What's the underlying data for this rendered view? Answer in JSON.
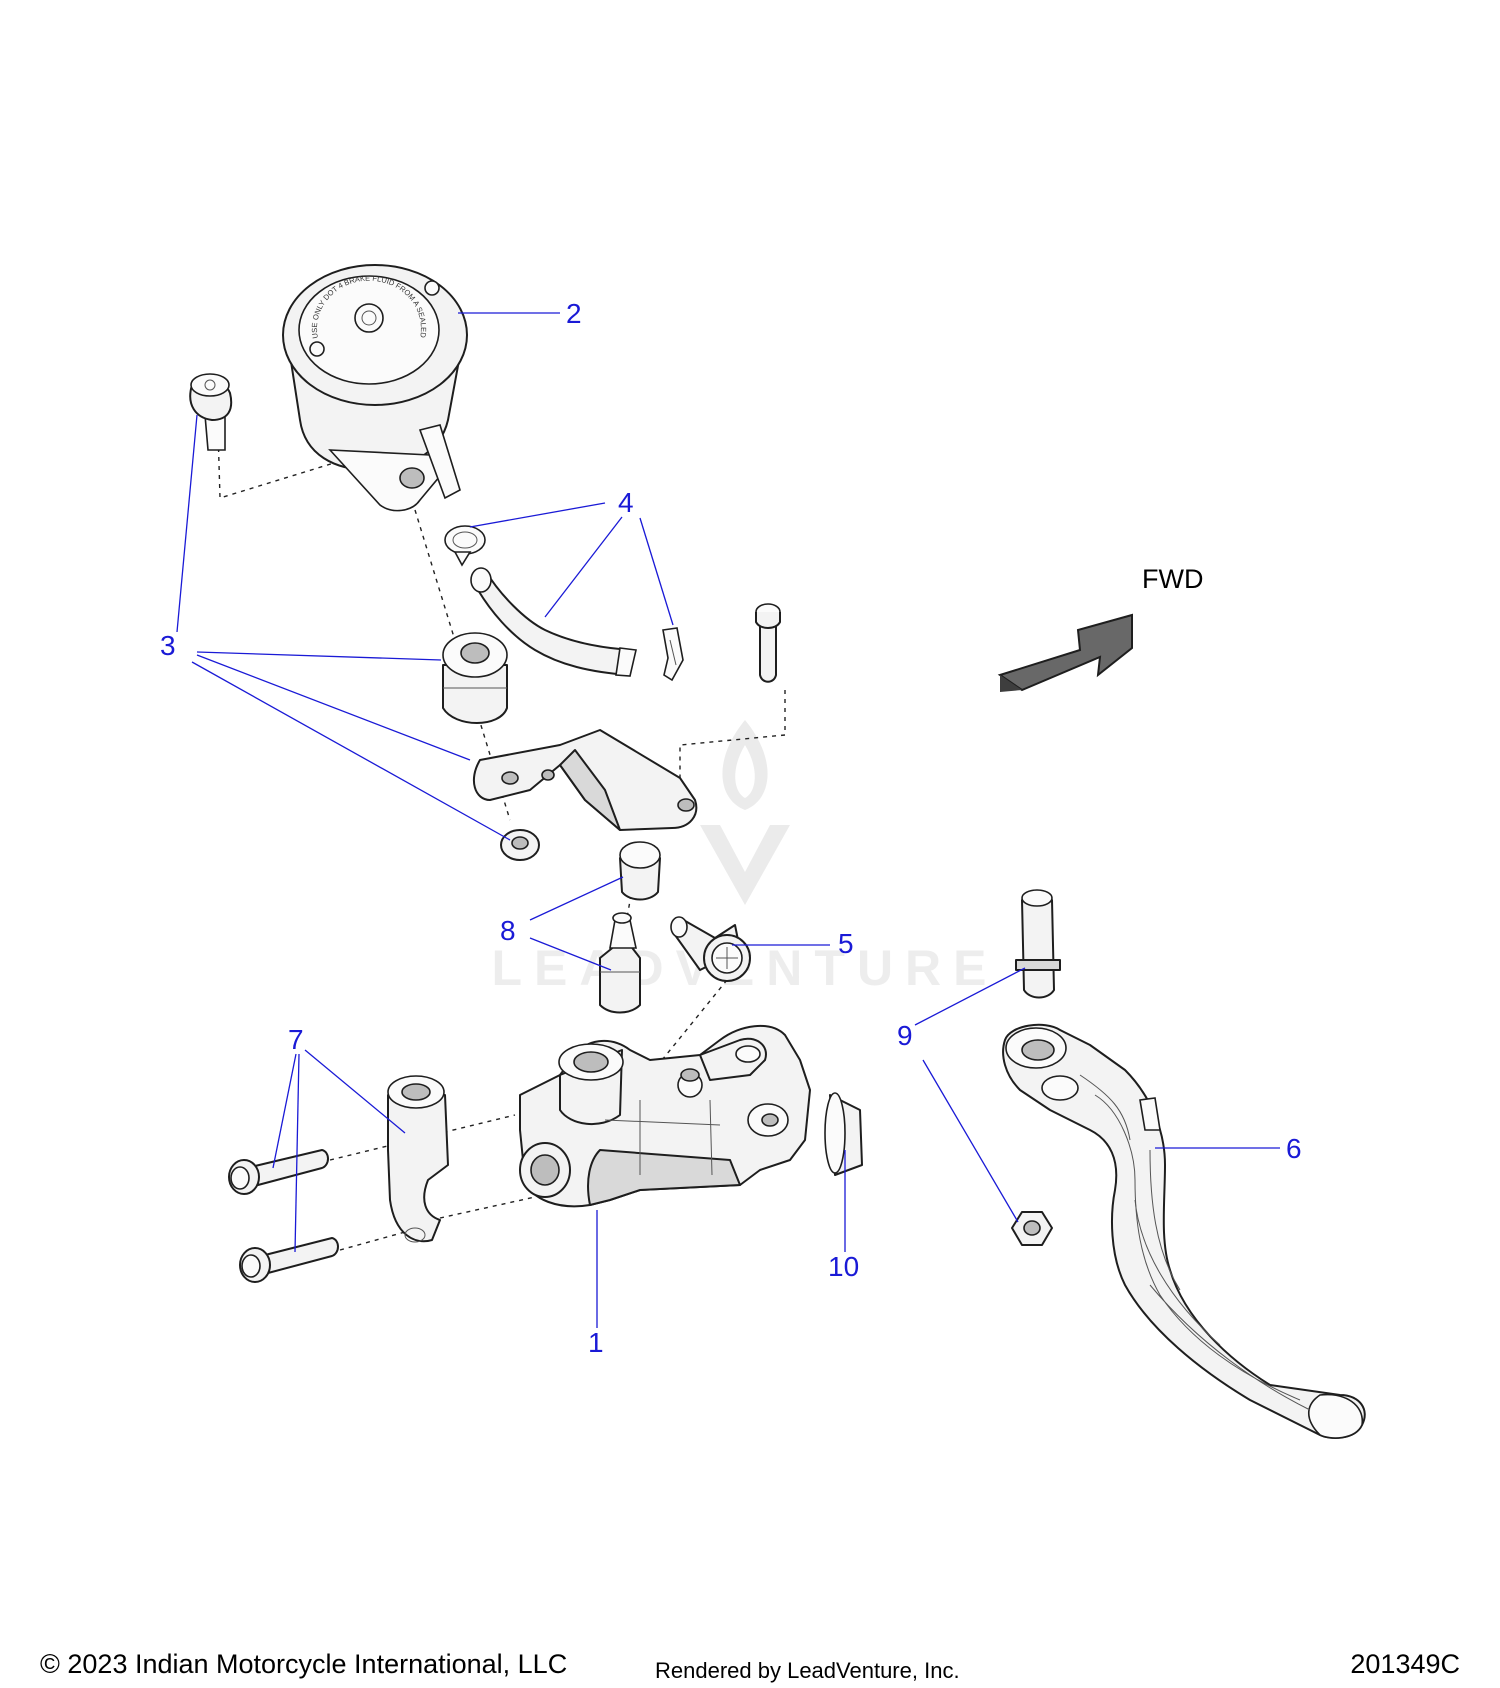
{
  "diagram": {
    "fwd_label": "FWD",
    "callouts": [
      "1",
      "2",
      "3",
      "4",
      "5",
      "6",
      "7",
      "8",
      "9",
      "10"
    ],
    "watermark_text": "LEADVENTURE",
    "reservoir_cap_text": "USE ONLY DOT 4 BRAKE FLUID FROM A SEALED CONTAINER - WARNING - CLEAN FILLER CAP BEFORE REMOVING"
  },
  "footer": {
    "copyright": "© 2023 Indian Motorcycle International, LLC",
    "rendered_by": "Rendered by LeadVenture, Inc.",
    "figure_id": "201349C"
  }
}
